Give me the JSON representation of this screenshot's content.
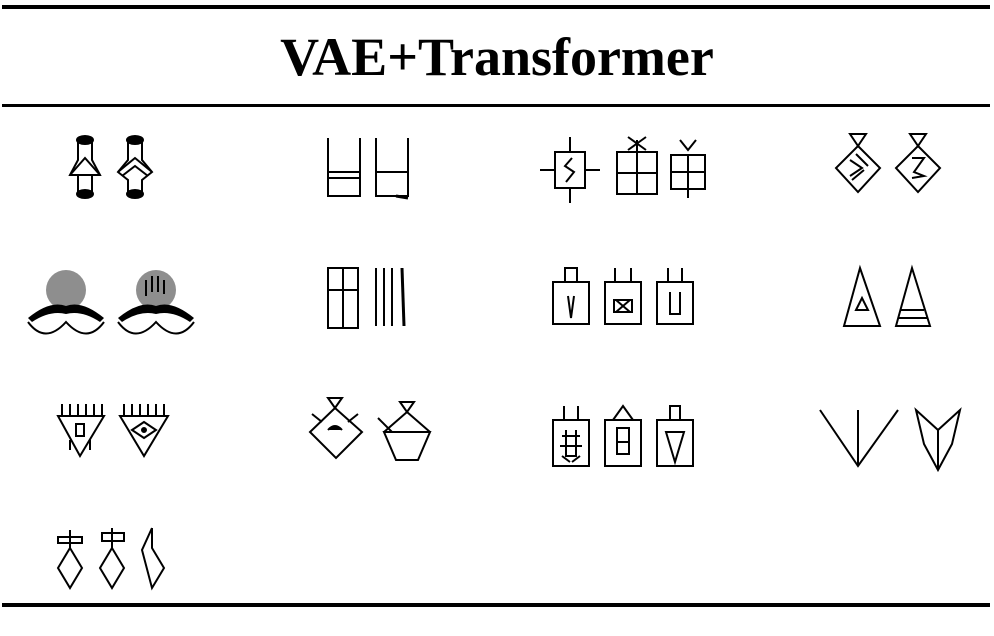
{
  "table": {
    "header": "VAE+Transformer"
  },
  "glyph_cells": [
    {
      "row": 1,
      "col": 1,
      "icon": "hourglass-chevron-pair-icon"
    },
    {
      "row": 1,
      "col": 2,
      "icon": "double-u-frame-pair-icon"
    },
    {
      "row": 1,
      "col": 3,
      "icon": "cross-box-triplet-icon"
    },
    {
      "row": 1,
      "col": 4,
      "icon": "diamond-pendant-pair-icon"
    },
    {
      "row": 2,
      "col": 1,
      "icon": "sun-over-scallop-pair-icon"
    },
    {
      "row": 2,
      "col": 2,
      "icon": "partitioned-box-and-strokes-icon"
    },
    {
      "row": 2,
      "col": 3,
      "icon": "jar-with-handles-triplet-icon"
    },
    {
      "row": 2,
      "col": 4,
      "icon": "triangle-pair-icon"
    },
    {
      "row": 3,
      "col": 1,
      "icon": "fringed-triangle-pair-icon"
    },
    {
      "row": 3,
      "col": 2,
      "icon": "bird-vessel-pair-icon"
    },
    {
      "row": 3,
      "col": 3,
      "icon": "jar-with-figure-triplet-icon"
    },
    {
      "row": 3,
      "col": 4,
      "icon": "fan-and-arrowhead-pair-icon"
    },
    {
      "row": 4,
      "col": 1,
      "icon": "cross-diamond-triplet-icon"
    }
  ]
}
